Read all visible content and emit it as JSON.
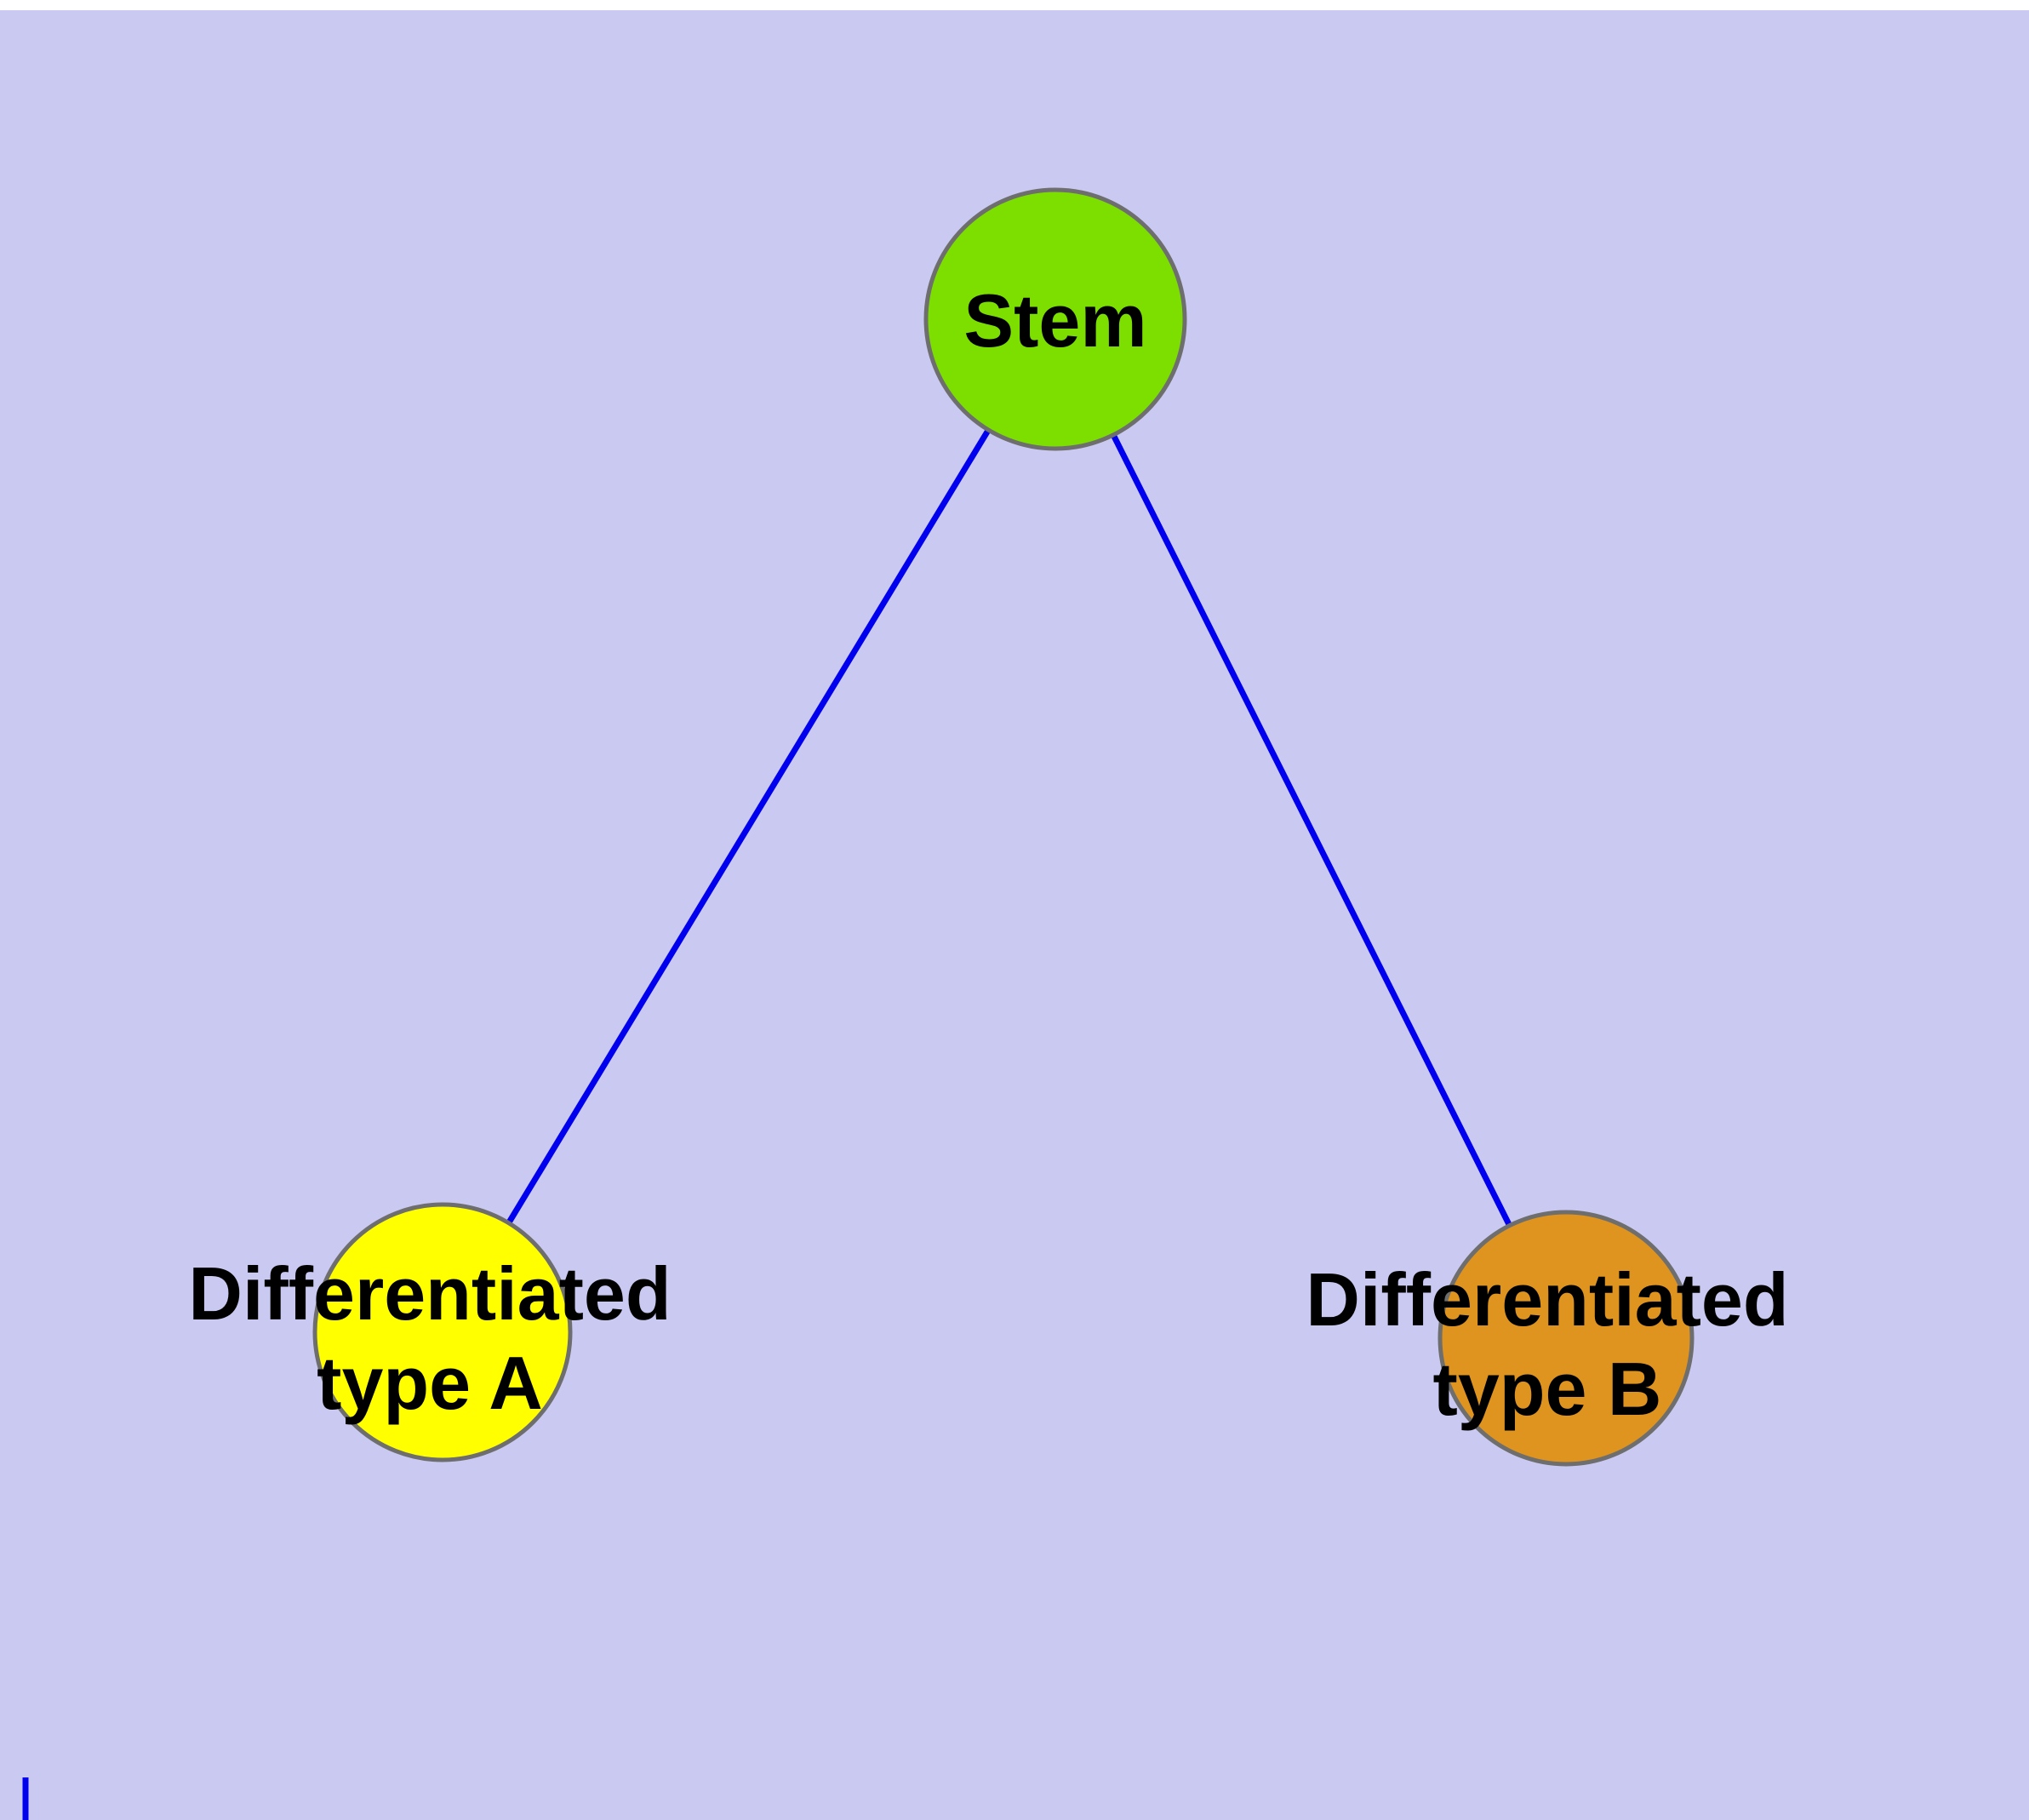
{
  "canvas": {
    "background_color": "#c9c9f2",
    "margin_color": "#ffffff"
  },
  "edges": {
    "color": "#0000ee",
    "list": [
      {
        "from": "stem",
        "to": "type_a"
      },
      {
        "from": "stem",
        "to": "type_b"
      }
    ]
  },
  "nodes": {
    "stem": {
      "label": "Stem",
      "fill": "#7cdf00"
    },
    "type_a": {
      "label_line1": "Differentiated",
      "label_line2": "type A",
      "fill": "#ffff00"
    },
    "type_b": {
      "label_line1": "Differentiated",
      "label_line2": "type B",
      "fill": "#de941e"
    }
  }
}
